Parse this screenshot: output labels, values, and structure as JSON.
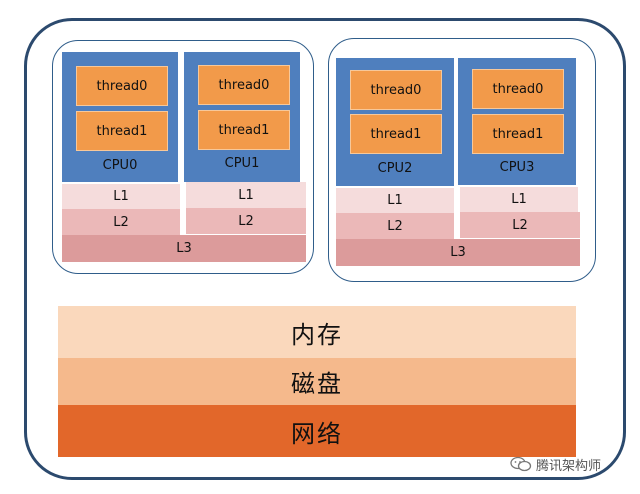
{
  "cpus": [
    {
      "label": "CPU0",
      "thread0": "thread0",
      "thread1": "thread1"
    },
    {
      "label": "CPU1",
      "thread0": "thread0",
      "thread1": "thread1"
    },
    {
      "label": "CPU2",
      "thread0": "thread0",
      "thread1": "thread1"
    },
    {
      "label": "CPU3",
      "thread0": "thread0",
      "thread1": "thread1"
    }
  ],
  "cache": {
    "l1": "L1",
    "l2": "L2",
    "l3": "L3"
  },
  "memory": {
    "label": "内存"
  },
  "disk": {
    "label": "磁盘"
  },
  "network": {
    "label": "网络"
  },
  "watermark": {
    "text": "腾讯架构师"
  },
  "colors": {
    "border": "#2c4a6e",
    "cpu": "#4f7fbe",
    "thread": "#f29a4a",
    "l1": "#f5dcdc",
    "l2": "#ebb8b8",
    "l3": "#dc9b9b",
    "memory": "#fad8bc",
    "disk": "#f5b98c",
    "network": "#e2672a"
  }
}
